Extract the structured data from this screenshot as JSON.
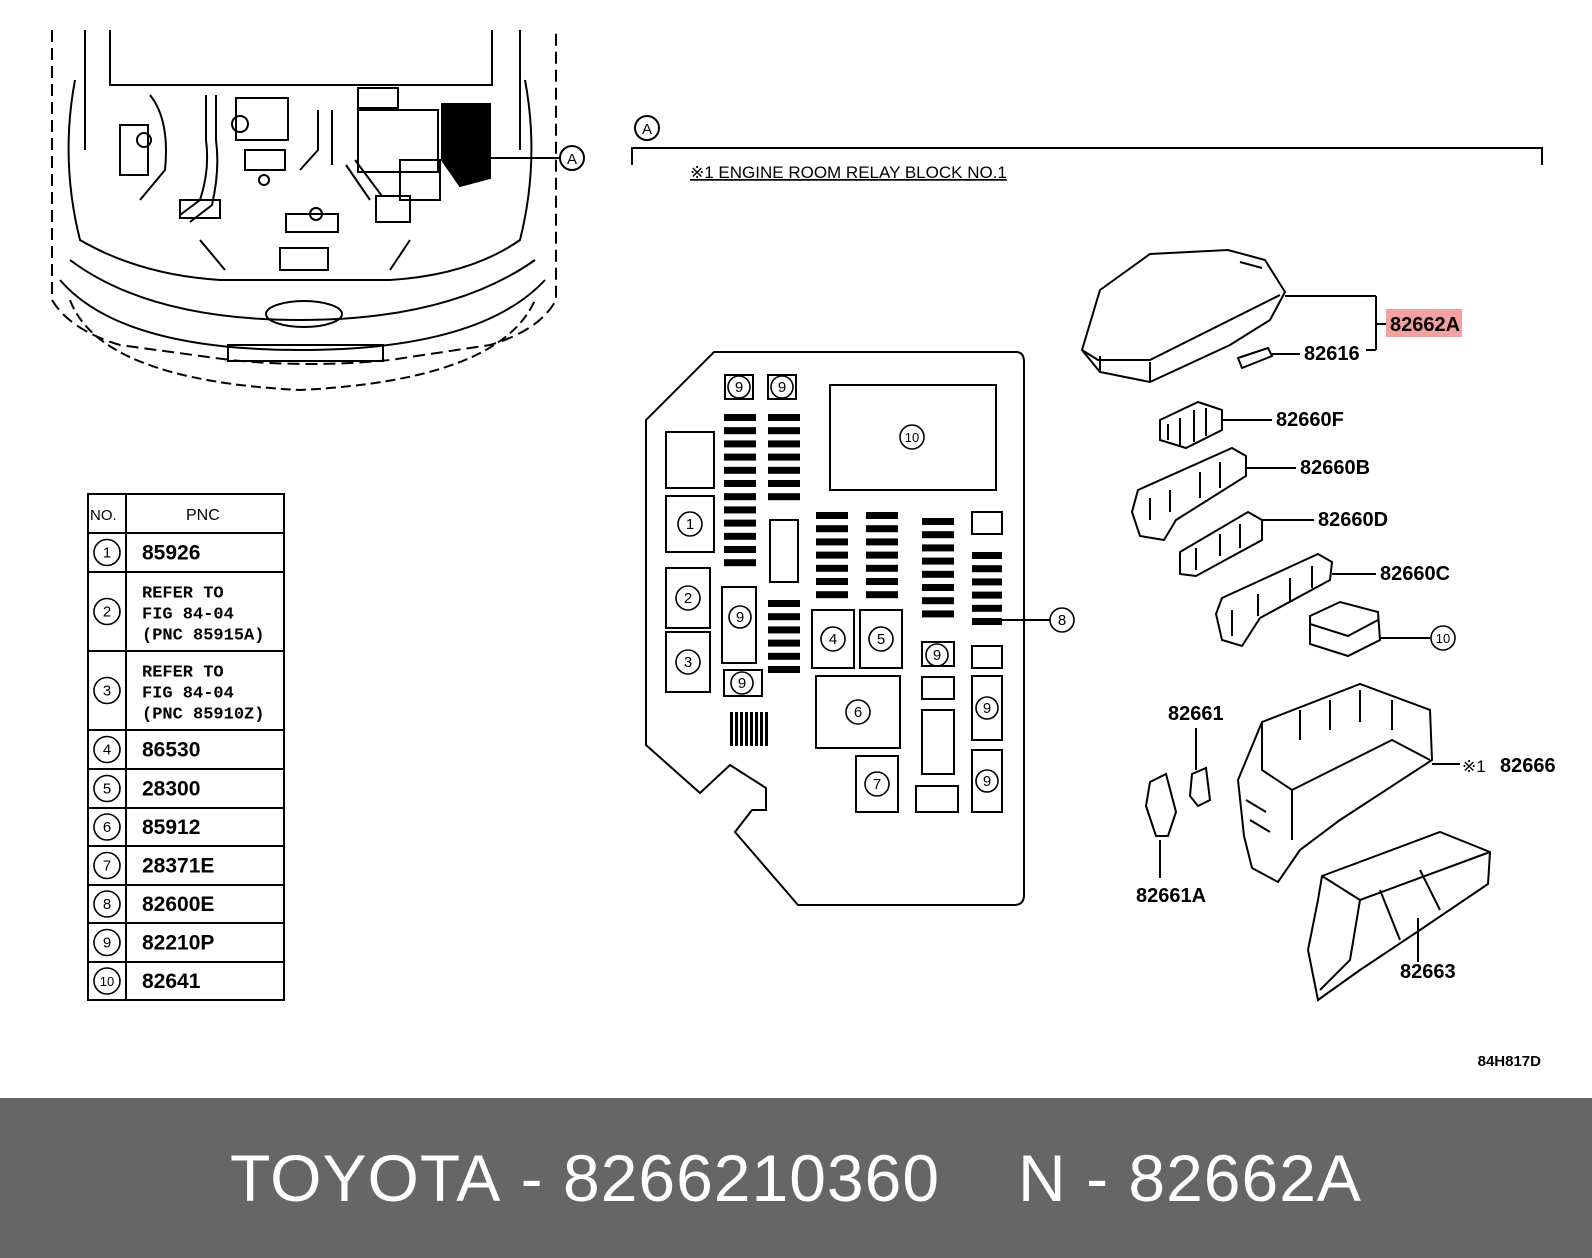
{
  "callout_a": "A",
  "section": {
    "callout": "A",
    "title": "※1 ENGINE ROOM RELAY BLOCK NO.1"
  },
  "parts": {
    "p82662A": "82662A",
    "p82616": "82616",
    "p82660F": "82660F",
    "p82660B": "82660B",
    "p82660D": "82660D",
    "p82660C": "82660C",
    "p82661": "82661",
    "p82661A": "82661A",
    "p82666_mark": "※1",
    "p82666": "82666",
    "p82663": "82663",
    "num8": "8",
    "num10": "10"
  },
  "layout_labels": {
    "n1": "1",
    "n2": "2",
    "n3": "3",
    "n4": "4",
    "n5": "5",
    "n6": "6",
    "n7": "7",
    "n9": "9",
    "n10": "10"
  },
  "table": {
    "header_no": "NO.",
    "header_pnc": "PNC",
    "rows": [
      {
        "no": "1",
        "pnc": [
          "85926"
        ]
      },
      {
        "no": "2",
        "pnc": [
          "REFER TO",
          "FIG 84-04",
          "(PNC 85915A)"
        ]
      },
      {
        "no": "3",
        "pnc": [
          "REFER TO",
          "FIG 84-04",
          "(PNC 85910Z)"
        ]
      },
      {
        "no": "4",
        "pnc": [
          "86530"
        ]
      },
      {
        "no": "5",
        "pnc": [
          "28300"
        ]
      },
      {
        "no": "6",
        "pnc": [
          "85912"
        ]
      },
      {
        "no": "7",
        "pnc": [
          "28371E"
        ]
      },
      {
        "no": "8",
        "pnc": [
          "82600E"
        ]
      },
      {
        "no": "9",
        "pnc": [
          "82210P"
        ]
      },
      {
        "no": "10",
        "pnc": [
          "82641"
        ]
      }
    ]
  },
  "figure_code": "84H817D",
  "highlight_color": "#f4a0a0",
  "footer": {
    "brand": "TOYOTA",
    "dash1": "-",
    "part_number": "8266210360",
    "prefix": "N",
    "dash2": "-",
    "pnc": "82662A"
  }
}
